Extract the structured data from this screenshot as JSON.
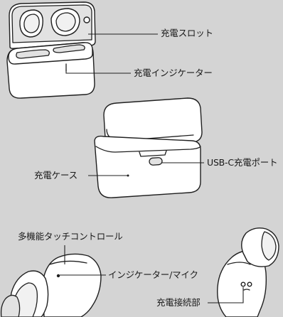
{
  "labels": {
    "charging_slot": "充電スロット",
    "charging_indicator": "充電インジケーター",
    "usb_c_port": "USB-C充電ポート",
    "charging_case": "充電ケース",
    "multi_touch_control": "多機能タッチコントロール",
    "indicator_mic": "インジケーター/マイク",
    "charging_contacts": "充電接続部"
  }
}
